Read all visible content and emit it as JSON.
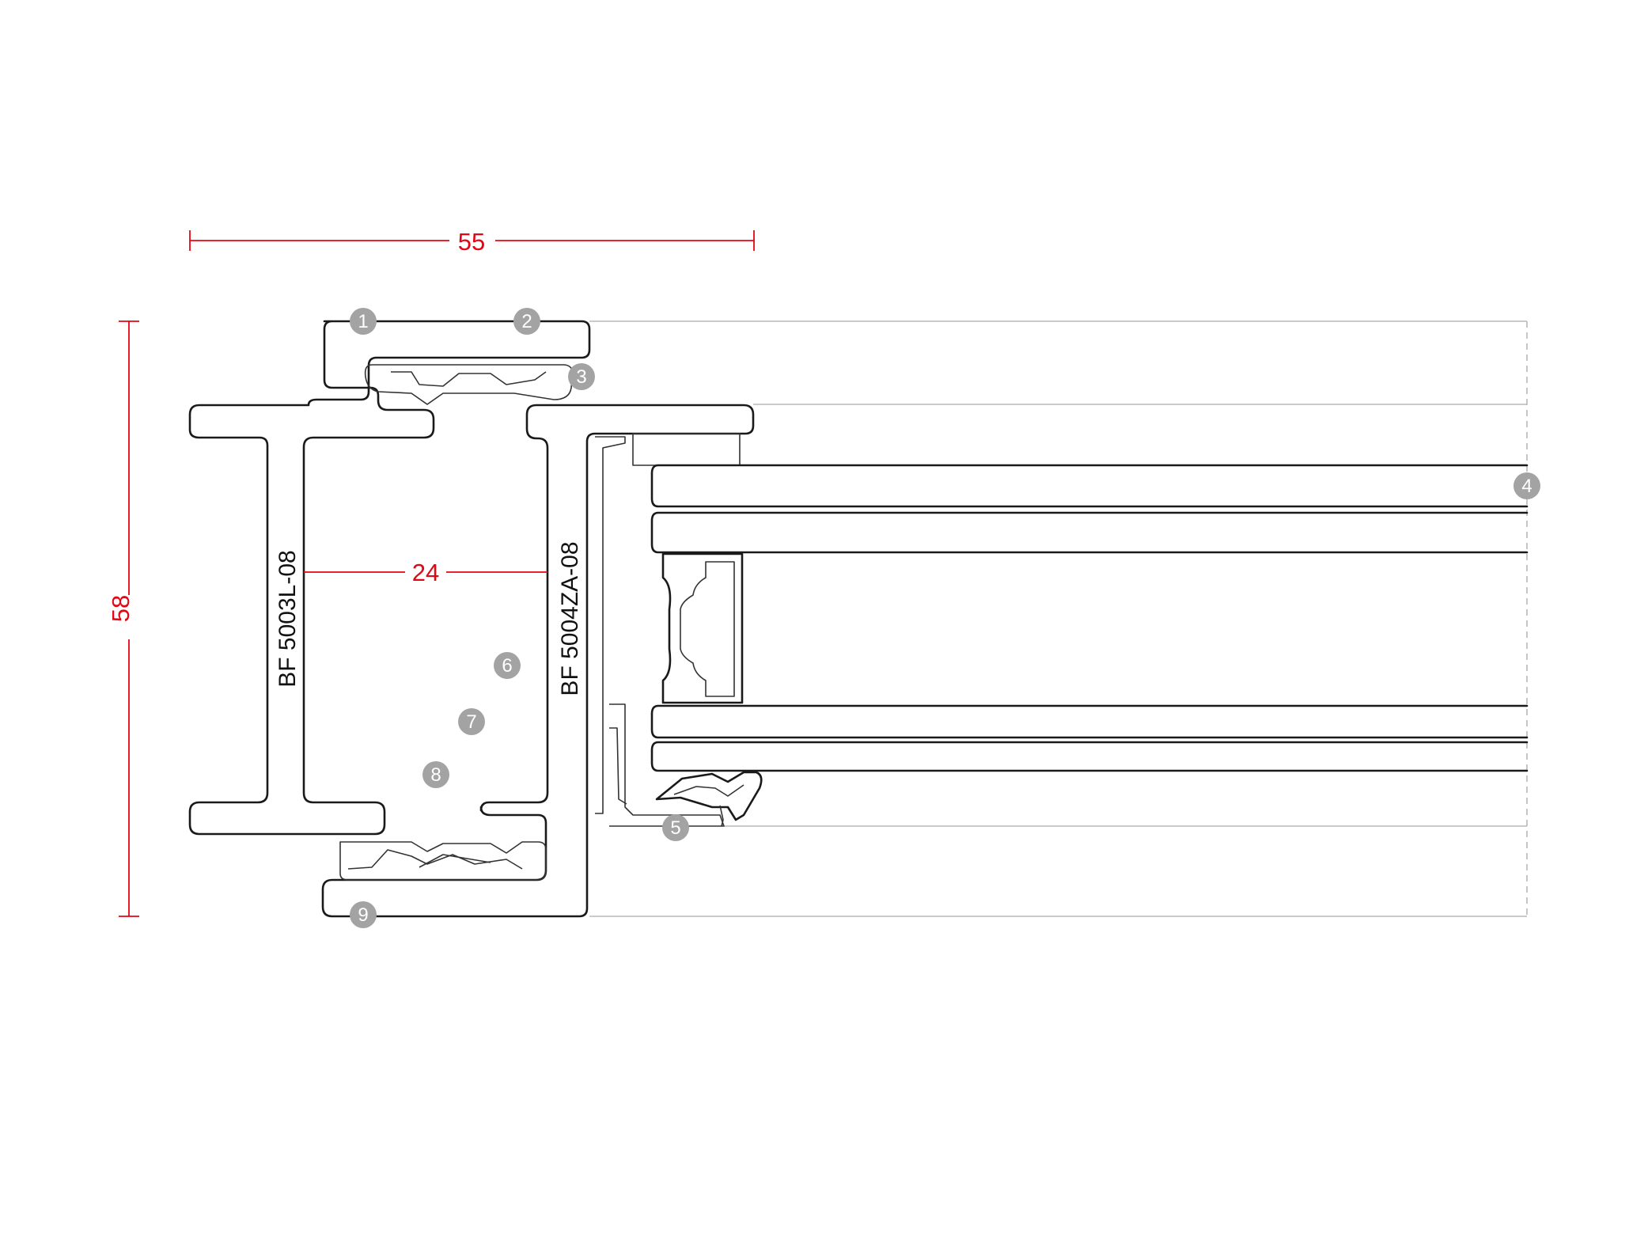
{
  "drawing": {
    "dimensions": {
      "width": {
        "value": "55",
        "color": "#e30613"
      },
      "height": {
        "value": "58",
        "color": "#e30613"
      },
      "inner_width": {
        "value": "24",
        "color": "#e30613"
      }
    },
    "profile_codes": {
      "left": "BF 5003L-08",
      "right": "BF 5004ZA-08"
    },
    "markers": [
      {
        "label": "1"
      },
      {
        "label": "2"
      },
      {
        "label": "3"
      },
      {
        "label": "4"
      },
      {
        "label": "5"
      },
      {
        "label": "6"
      },
      {
        "label": "7"
      },
      {
        "label": "8"
      },
      {
        "label": "9"
      }
    ],
    "colors": {
      "outline": "#1a1a1a",
      "dimension": "#e30613",
      "marker_fill": "#a3a3a3",
      "background": "#ffffff"
    }
  }
}
